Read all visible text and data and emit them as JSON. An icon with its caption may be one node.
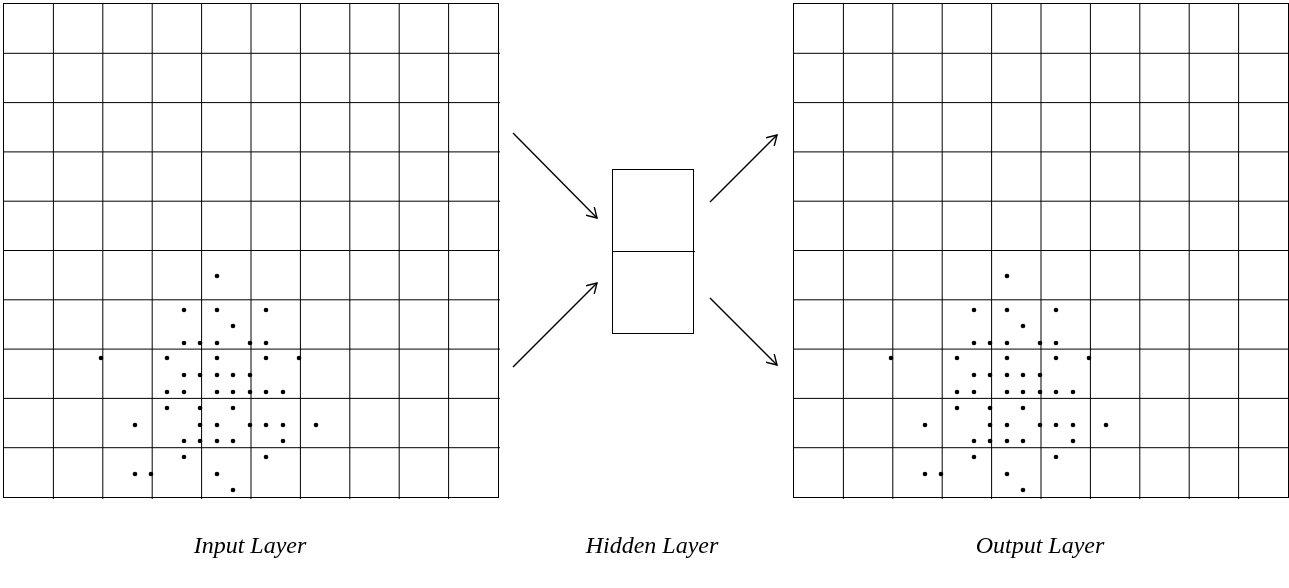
{
  "diagram": {
    "nodes": [
      {
        "text": [],
        "shape": "box"
      },
      {
        "text": [],
        "shape": "box"
      },
      {
        "text": [],
        "shape": "box"
      }
    ],
    "labels": [
      "Input Layer",
      "Hidden Layer",
      "Output Layer"
    ],
    "edges": [
      {
        "from": 0,
        "to": 1,
        "arrow": "to"
      },
      {
        "from": 0,
        "to": 1,
        "arrow": "to"
      },
      {
        "from": 1,
        "to": 2,
        "arrow": "to"
      },
      {
        "from": 1,
        "to": 2,
        "arrow": "to"
      }
    ]
  }
}
